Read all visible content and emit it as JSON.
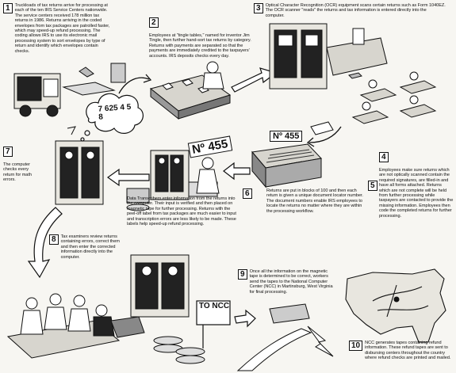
{
  "steps": [
    {
      "number": "1",
      "text": "Truckloads of tax returns arrive for processing at each of the ten IRS Service Centers nationwide. The service centers received 178 million tax returns in 1986. Returns arriving in the coded envelopes from tax packages are patrolled faster, which may speed-up refund processing. The coding allows IRS to use its electronic mail processing system to sort envelopes by type of return and identify which envelopes contain checks."
    },
    {
      "number": "2",
      "text": "Employees at \"tingle tables,\" named for inventor Jim Tingle, then further hand-sort tax returns by category. Returns with payments are separated so that the payments are immediately credited to the taxpayers' accounts. IRS deposits checks every day."
    },
    {
      "number": "3",
      "text": "Optical Character Recognition (OCR) equipment scans certain returns such as Form 1040EZ. The OCR scanner \"reads\" the returns and tax information is entered directly into the computer."
    },
    {
      "number": "4",
      "text": "Employees make sure returns which are not optically scanned contain the required signatures, are filled-in and have all forms attached. Returns which are not complete will be held from further processing while taxpayers are contacted to provide the missing information. Employees then code the completed returns for further processing."
    },
    {
      "number": "5",
      "text": "Returns are put in blocks of 100 and then each return is given a unique document locator number. The document numbers enable IRS employees to locate the returns no matter where they are within the processing workflow."
    },
    {
      "number": "6",
      "text": "Data Transcribers enter information from the returns into the computer. Their input is verified and then placed on magnetic tape for further processing. Returns with the peel-off label from tax packages are much easier to input and transcription errors are less likely to be made. These labels help speed-up refund processing."
    },
    {
      "number": "7",
      "text": "The computer checks every return for math errors."
    },
    {
      "number": "8",
      "text": "Tax examiners review returns containing errors, correct them and then enter the corrected information directly into the computer."
    },
    {
      "number": "9",
      "text": "Once all the information on the magnetic tape is determined to be correct, workers send the tapes to the National Computer Center (NCC) in Martinsburg, West Virginia for final processing."
    },
    {
      "number": "10",
      "text": "NCC generates tapes containing refund information. These refund tapes are sent to disbursing centers throughout the country where refund checks are printed and mailed."
    }
  ],
  "labels": {
    "locator_large": "Nº 455",
    "locator_small": "Nº 455",
    "thought_numbers": "7 625 4 5 8",
    "sign": "TO NCC"
  }
}
